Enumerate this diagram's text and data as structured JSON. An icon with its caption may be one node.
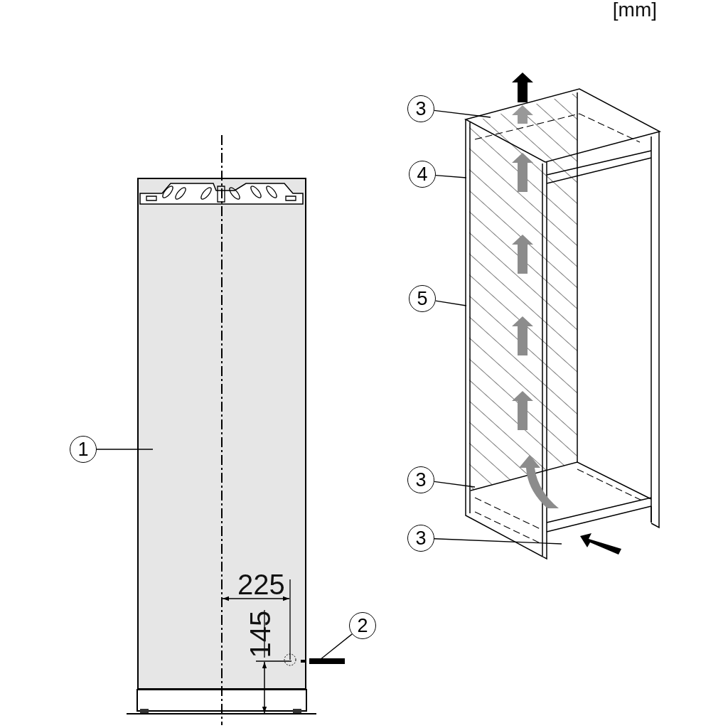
{
  "diagram": {
    "nodes": [
      {
        "text": [],
        "shape": "box"
      },
      {
        "text": [
          "1"
        ]
      },
      {
        "text": [
          "2"
        ]
      },
      {
        "text": [
          "3"
        ]
      },
      {
        "text": [
          "4"
        ]
      },
      {
        "text": [
          "5"
        ]
      },
      {
        "text": [
          "3"
        ]
      },
      {
        "text": [
          "3"
        ]
      }
    ],
    "edges": [
      {
        "from": 1,
        "to": 0,
        "arrow": "none"
      },
      {
        "from": 2,
        "to": null,
        "arrow": "none"
      },
      {
        "from": 3,
        "to": null,
        "arrow": "none"
      },
      {
        "from": 4,
        "to": null,
        "arrow": "none"
      },
      {
        "from": 5,
        "to": null,
        "arrow": "none"
      },
      {
        "from": 6,
        "to": null,
        "arrow": "none"
      },
      {
        "from": 7,
        "to": null,
        "arrow": "none"
      }
    ],
    "labels": [
      "[mm]",
      "225",
      "145"
    ]
  }
}
